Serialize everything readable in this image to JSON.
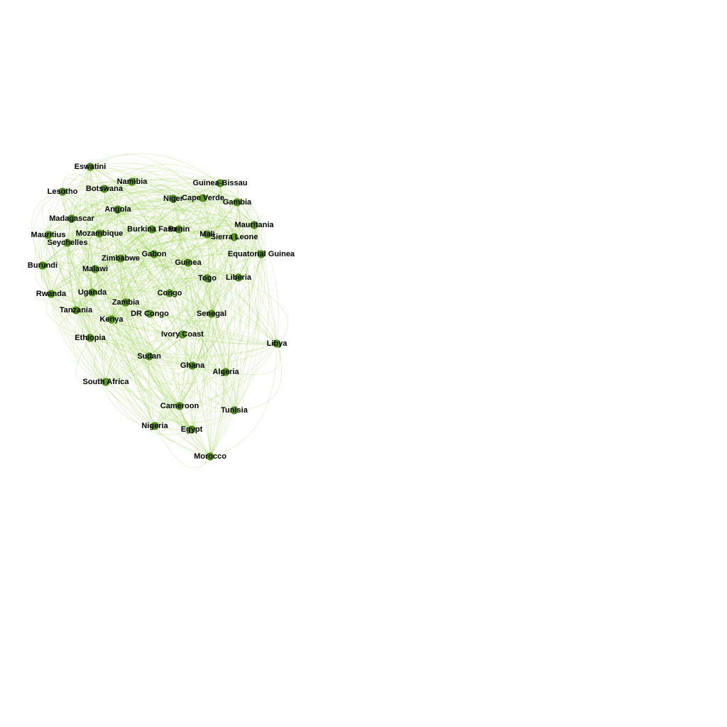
{
  "colors": {
    "edge": "#8fce3f",
    "node_fill": "#5a9e1a",
    "node_stroke": "#3d7a0d",
    "label": "#000000"
  },
  "nodes": [
    {
      "id": "eswatini",
      "label": "Eswatini"
    },
    {
      "id": "namibia",
      "label": "Namibia"
    },
    {
      "id": "guinea-bissau",
      "label": "Guinea-Bissau"
    },
    {
      "id": "lesotho",
      "label": "Lesotho"
    },
    {
      "id": "botswana",
      "label": "Botswana"
    },
    {
      "id": "niger",
      "label": "Niger"
    },
    {
      "id": "cape-verde",
      "label": "Cape Verde"
    },
    {
      "id": "gambia",
      "label": "Gambia"
    },
    {
      "id": "angola",
      "label": "Angola"
    },
    {
      "id": "madagascar",
      "label": "Madagascar"
    },
    {
      "id": "mauritania",
      "label": "Mauritania"
    },
    {
      "id": "burkina-faso",
      "label": "Burkina Faso"
    },
    {
      "id": "benin",
      "label": "Benin"
    },
    {
      "id": "mauritius",
      "label": "Mauritius"
    },
    {
      "id": "mozambique",
      "label": "Mozambique"
    },
    {
      "id": "mali",
      "label": "Mali"
    },
    {
      "id": "sierra-leone",
      "label": "Sierra Leone"
    },
    {
      "id": "seychelles",
      "label": "Seychelles"
    },
    {
      "id": "gabon",
      "label": "Gabon"
    },
    {
      "id": "equatorial-guinea",
      "label": "Equatorial Guinea"
    },
    {
      "id": "zimbabwe",
      "label": "Zimbabwe"
    },
    {
      "id": "guinea",
      "label": "Guinea"
    },
    {
      "id": "burundi",
      "label": "Burundi"
    },
    {
      "id": "malawi",
      "label": "Malawi"
    },
    {
      "id": "togo",
      "label": "Togo"
    },
    {
      "id": "liberia",
      "label": "Liberia"
    },
    {
      "id": "rwanda",
      "label": "Rwanda"
    },
    {
      "id": "uganda",
      "label": "Uganda"
    },
    {
      "id": "congo",
      "label": "Congo"
    },
    {
      "id": "zambia",
      "label": "Zambia"
    },
    {
      "id": "tanzania",
      "label": "Tanzania"
    },
    {
      "id": "dr-congo",
      "label": "DR Congo"
    },
    {
      "id": "senegal",
      "label": "Senegal"
    },
    {
      "id": "kenya",
      "label": "Kenya"
    },
    {
      "id": "ivory-coast",
      "label": "Ivory Coast"
    },
    {
      "id": "ethiopia",
      "label": "Ethiopia"
    },
    {
      "id": "libya",
      "label": "Libya"
    },
    {
      "id": "sudan",
      "label": "Sudan"
    },
    {
      "id": "ghana",
      "label": "Ghana"
    },
    {
      "id": "algeria",
      "label": "Algeria"
    },
    {
      "id": "south-africa",
      "label": "South Africa"
    },
    {
      "id": "cameroon",
      "label": "Cameroon"
    },
    {
      "id": "tunisia",
      "label": "Tunisia"
    },
    {
      "id": "nigeria",
      "label": "Nigeria"
    },
    {
      "id": "egypt",
      "label": "Egypt"
    },
    {
      "id": "morocco",
      "label": "Morocco"
    }
  ]
}
